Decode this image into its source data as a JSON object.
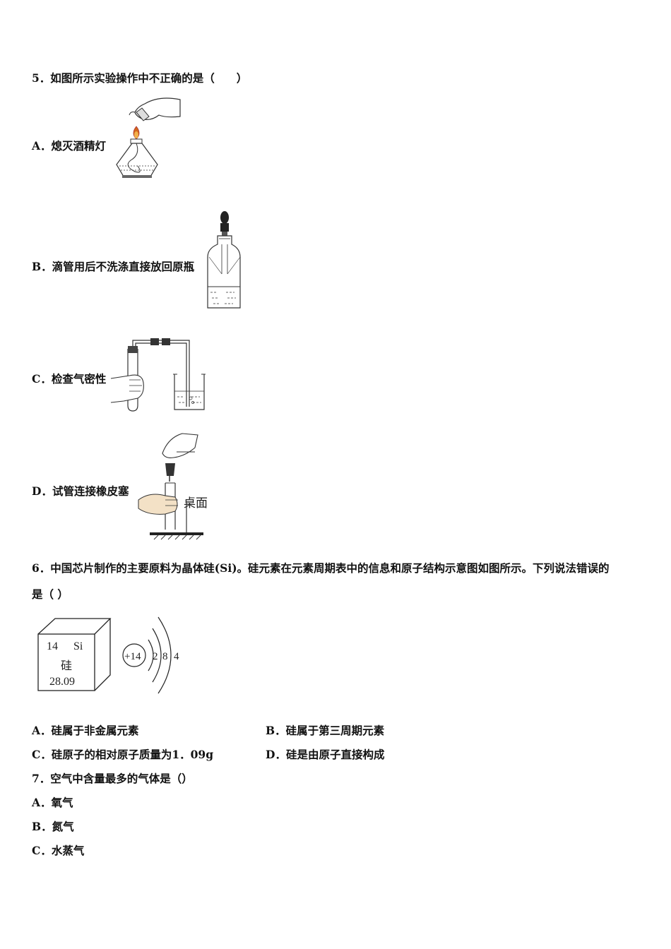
{
  "q5": {
    "stem": "5．如图所示实验操作中不正确的是（　　）",
    "a": "A．熄灭酒精灯",
    "b": "B．滴管用后不洗涤直接放回原瓶",
    "c": "C．检查气密性",
    "d": "D．试管连接橡皮塞",
    "d_fig_label": "桌面"
  },
  "q6": {
    "stem_line1": "6．中国芯片制作的主要原料为晶体硅(Si)。硅元素在元素周期表中的信息和原子结构示意图如图所示。下列说法错误的",
    "stem_line2": "是（ ）",
    "element": {
      "number": "14",
      "symbol": "Si",
      "name": "硅",
      "mass": "28.09"
    },
    "atom": {
      "nucleus": "+14",
      "shells": [
        "2",
        "8",
        "4"
      ]
    },
    "a": "A．硅属于非金属元素",
    "b": "B．硅属于第三周期元素",
    "c": "C．硅原子的相对原子质量为1．09g",
    "d": "D．硅是由原子直接构成"
  },
  "q7": {
    "stem": "7．空气中含量最多的气体是（）",
    "a": "A．氧气",
    "b": "B．氮气",
    "c": "C．水蒸气"
  }
}
